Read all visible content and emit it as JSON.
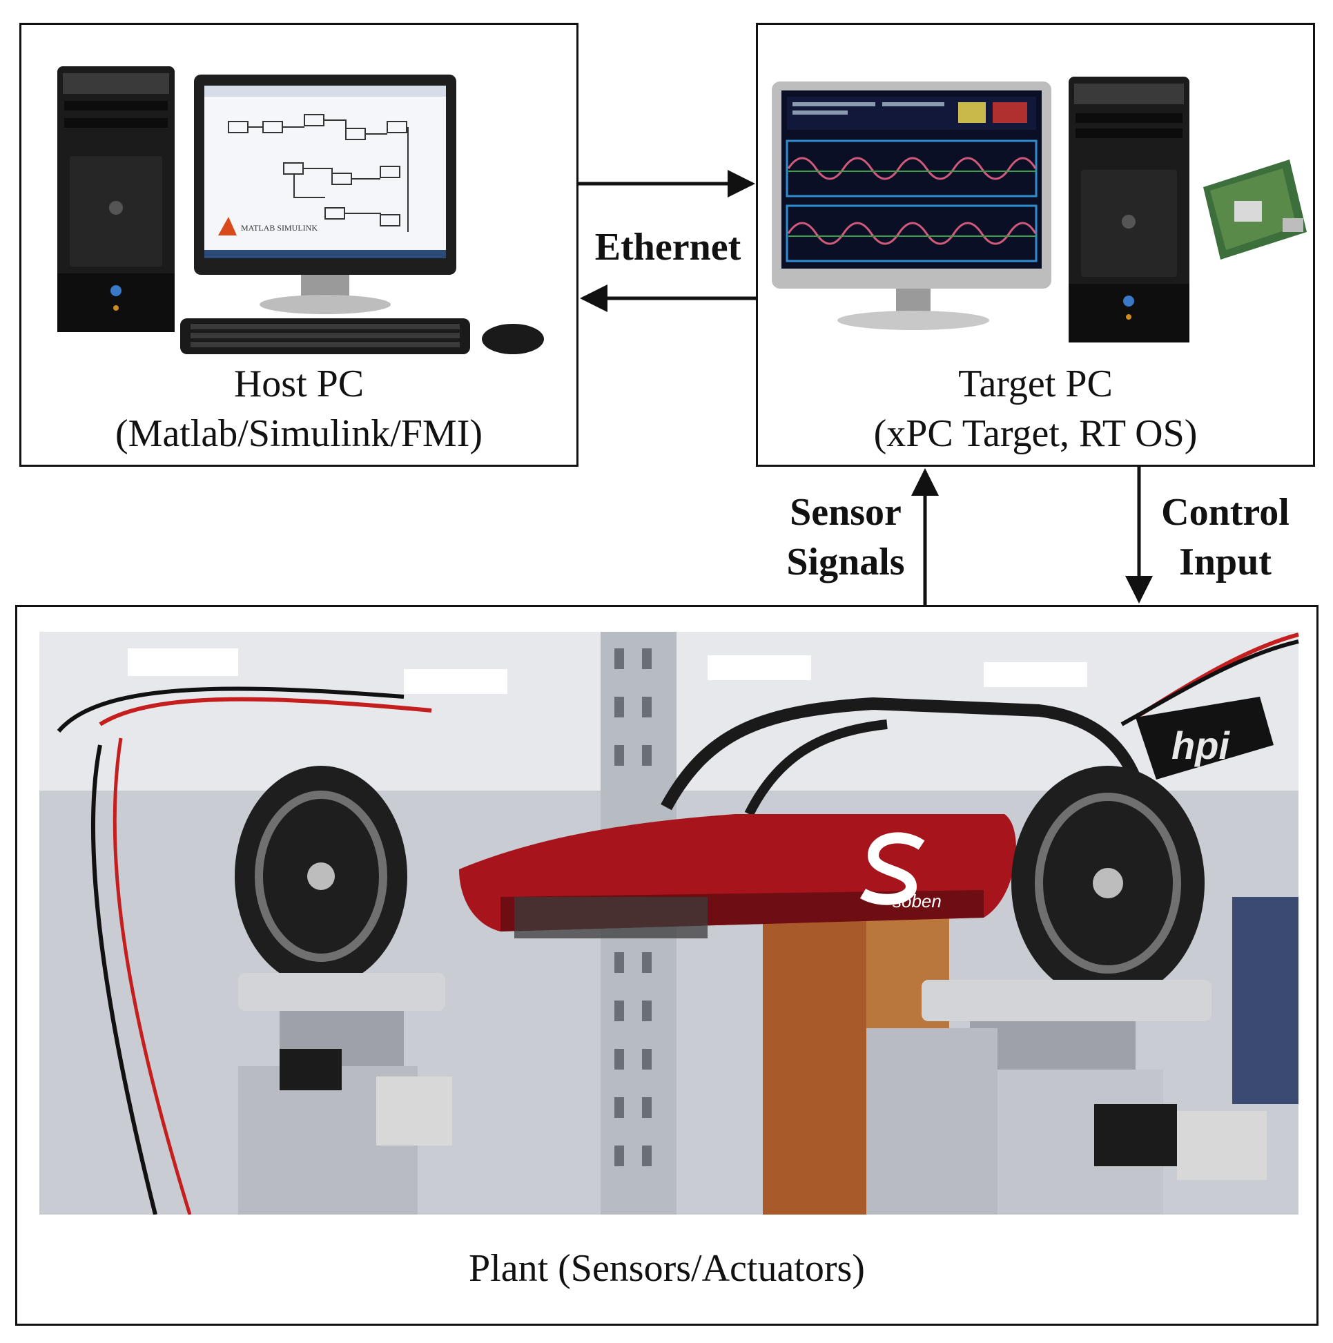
{
  "host": {
    "line1": "Host PC",
    "line2": "(Matlab/Simulink/FMI)",
    "screen_logo": "MATLAB SIMULINK"
  },
  "target": {
    "line1": "Target PC",
    "line2": "(xPC Target, RT OS)"
  },
  "plant": {
    "caption": "Plant (Sensors/Actuators)",
    "car_brand": "soben",
    "car_logo": "hpi"
  },
  "links": {
    "ethernet": "Ethernet",
    "sensor_line1": "Sensor",
    "sensor_line2": "Signals",
    "control_line1": "Control",
    "control_line2": "Input"
  },
  "colors": {
    "line": "#111111",
    "car_red": "#a8141c",
    "screen_blue": "#1f5aa8"
  }
}
